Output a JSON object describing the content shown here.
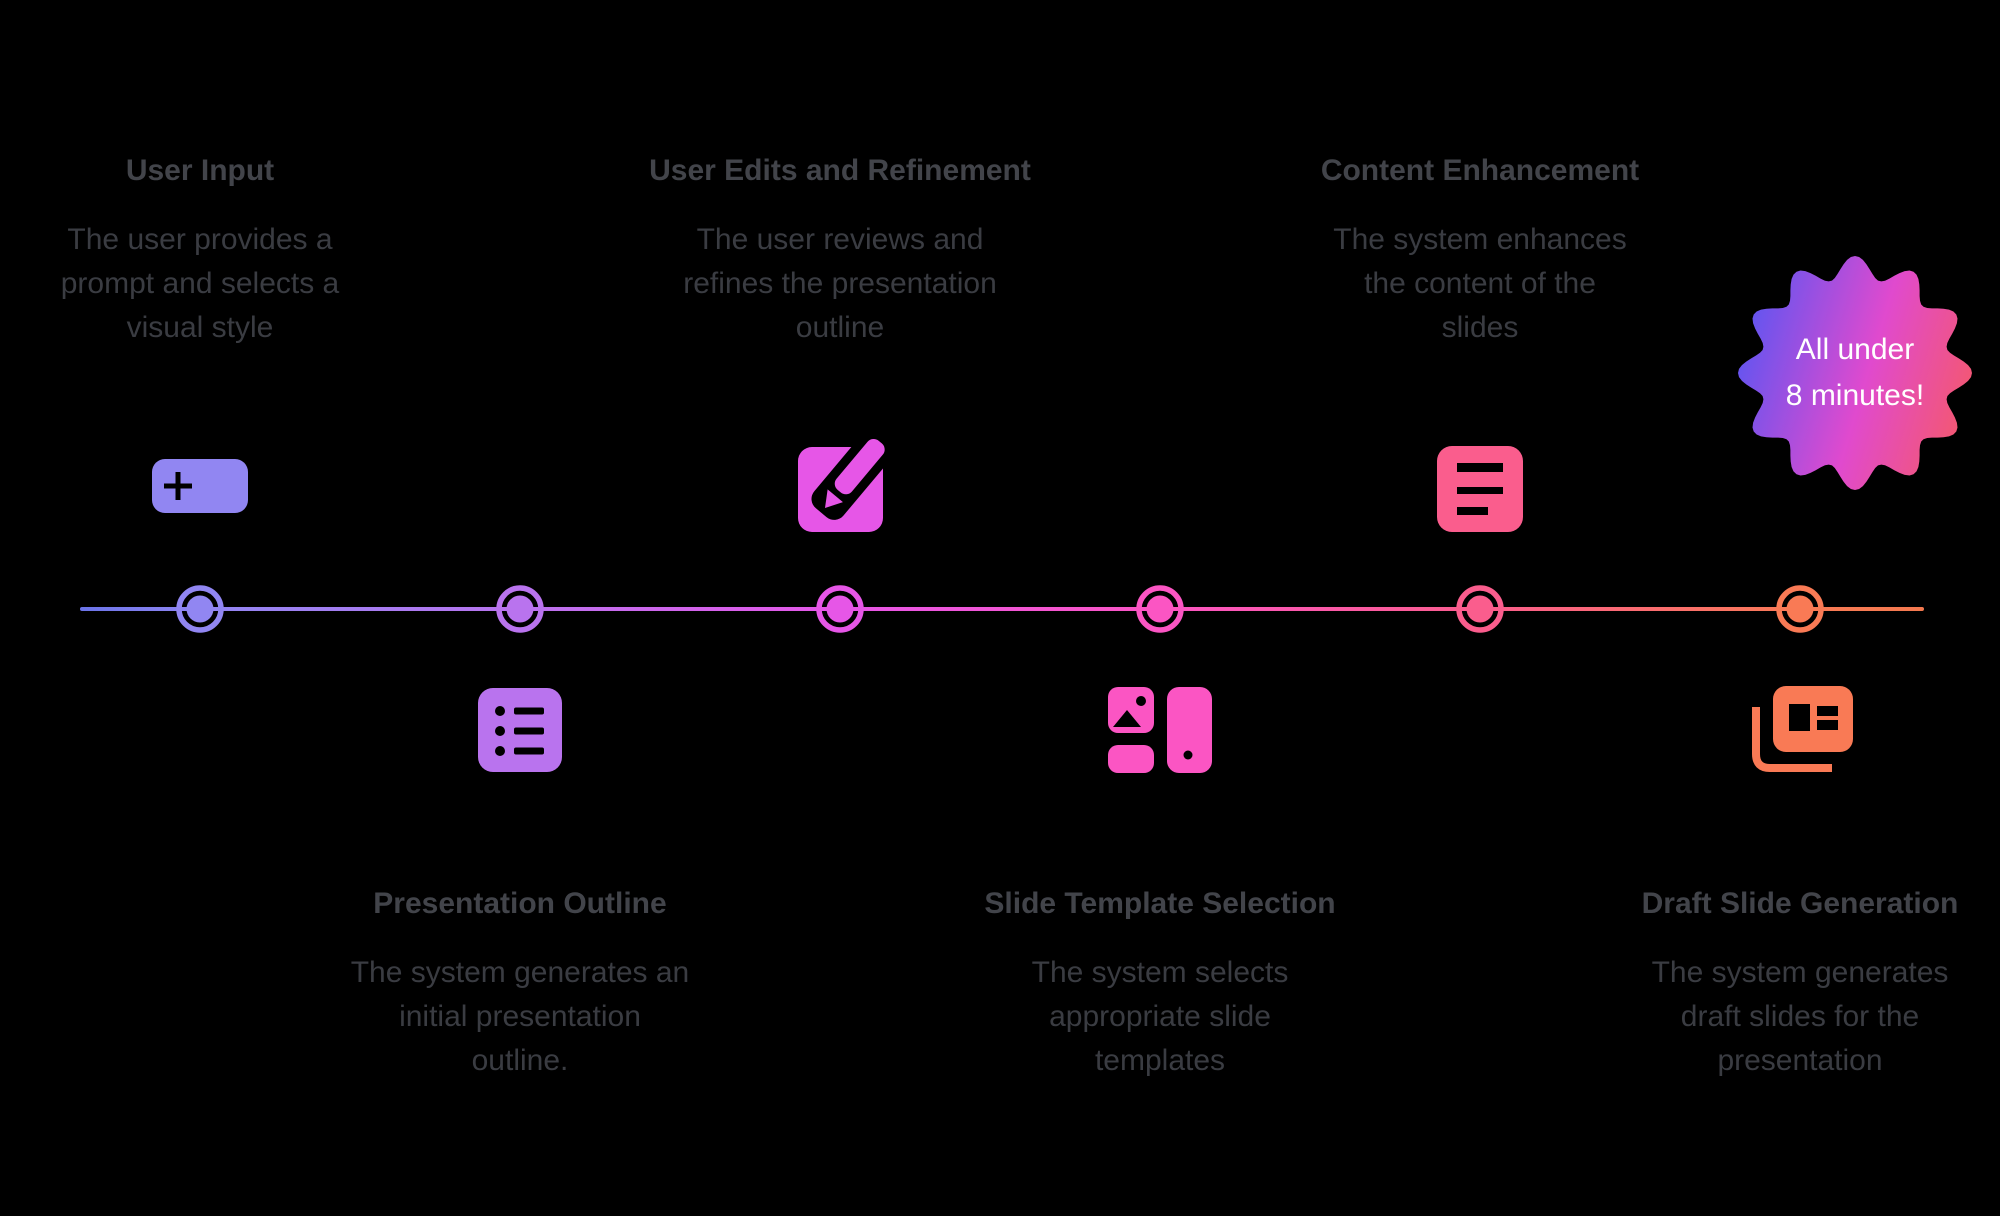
{
  "badge": {
    "line1": "All under",
    "line2": "8 minutes!",
    "text_color": "#ffffff",
    "gradient": [
      "#5f55f1",
      "#e04ace",
      "#f4586f"
    ]
  },
  "timeline": {
    "line_gradient_start": "#6b74e8",
    "line_gradient_end": "#f3794f"
  },
  "steps": [
    {
      "title": "User Input",
      "desc_lines": [
        "The user provides a",
        "prompt and selects a",
        "visual style"
      ],
      "color": "#9186f2",
      "icon": "plus-input-icon",
      "position": "top"
    },
    {
      "title": "Presentation Outline",
      "desc_lines": [
        "The system generates an",
        "initial presentation",
        "outline."
      ],
      "color": "#b973ee",
      "icon": "outline-list-icon",
      "position": "bottom"
    },
    {
      "title": "User Edits and Refinement",
      "desc_lines": [
        "The user reviews and",
        "refines the presentation",
        "outline"
      ],
      "color": "#e656e7",
      "icon": "edit-pencil-icon",
      "position": "top"
    },
    {
      "title": "Slide Template Selection",
      "desc_lines": [
        "The system selects",
        "appropriate slide",
        "templates"
      ],
      "color": "#fb55c3",
      "icon": "slide-template-icon",
      "position": "bottom"
    },
    {
      "title": "Content Enhancement",
      "desc_lines": [
        "The system enhances",
        "the content of the",
        "slides"
      ],
      "color": "#fa5d8d",
      "icon": "text-lines-icon",
      "position": "top"
    },
    {
      "title": "Draft Slide Generation",
      "desc_lines": [
        "The system generates",
        "draft slides for the",
        "presentation"
      ],
      "color": "#f97a55",
      "icon": "draft-slides-icon",
      "position": "bottom"
    }
  ],
  "text_colors": {
    "title": "#42444a",
    "description": "#3a3c42"
  }
}
